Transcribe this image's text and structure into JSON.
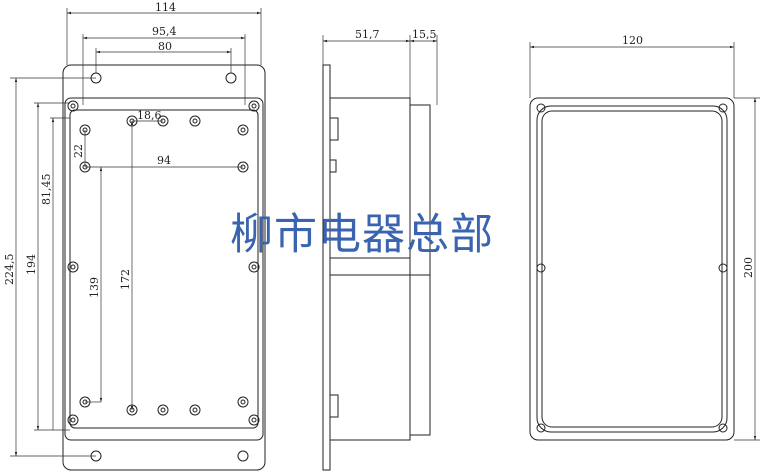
{
  "watermark": "柳市电器总部",
  "front_view": {
    "dims": {
      "overall_width": "114",
      "lid_width": "95,4",
      "mount_hole_spacing": "80",
      "boss_spacing_small": "18,6",
      "boss_spacing_22": "22",
      "boss_spacing_94": "94",
      "boss_offset": "81,45",
      "body_height": "194",
      "overall_height": "224,5",
      "boss_spacing_139": "139",
      "boss_spacing_172": "172"
    }
  },
  "side_view": {
    "dims": {
      "body_depth": "51,7",
      "lid_depth": "15,5"
    }
  },
  "lid_view": {
    "dims": {
      "width": "120",
      "height": "200"
    }
  }
}
